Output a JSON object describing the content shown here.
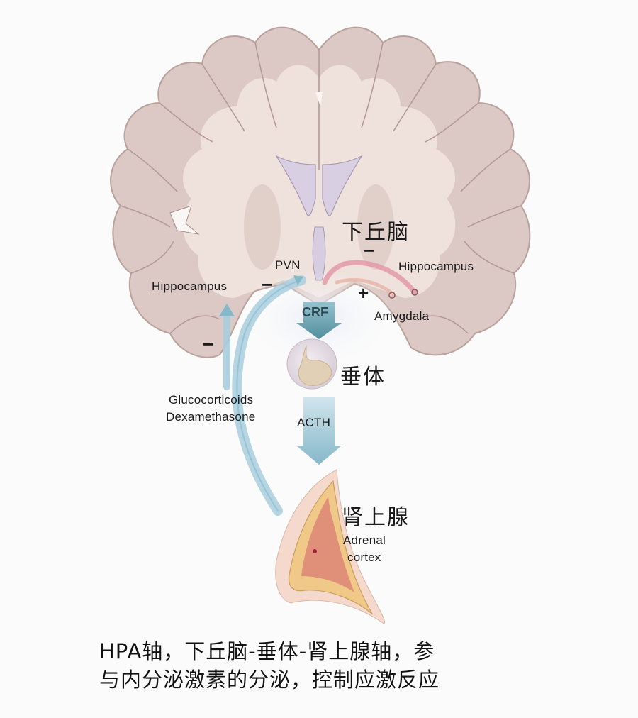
{
  "diagram": {
    "title": "HPA axis diagram",
    "colors": {
      "background": "#fbfbfb",
      "brain_gray_matter": "#dcc8c4",
      "brain_white_matter": "#efe2dc",
      "ventricle": "#d9cfe3",
      "feedback_arrow_blue": "#9cc6d6",
      "crf_arrow_teal": "#4e8f9c",
      "excitatory_pink": "#e29aa8",
      "adrenal_cortex": "#f0c888",
      "adrenal_medulla": "#de8a78"
    },
    "labels": {
      "hypothalamus_cn": "下丘脑",
      "pvn": "PVN",
      "hippocampus_left": "Hippocampus",
      "hippocampus_right": "Hippocampus",
      "amygdala": "Amygdala",
      "crf": "CRF",
      "pituitary_cn": "垂体",
      "acth": "ACTH",
      "glucocorticoids": "Glucocorticoids",
      "dexamethasone": "Dexamethasone",
      "adrenal_cn": "肾上腺",
      "adrenal_en_line1": "Adrenal",
      "adrenal_en_line2": "cortex"
    },
    "signs": {
      "hippocampus_left_inhibit": "−",
      "hippocampus_right_inhibit": "−",
      "amygdala_excite": "+",
      "glucocorticoid_feedback_inhibit": "−"
    },
    "edges": [
      {
        "from": "Hippocampus (right)",
        "to": "PVN",
        "sign": "−"
      },
      {
        "from": "Amygdala",
        "to": "PVN",
        "sign": "+"
      },
      {
        "from": "Hippocampus (left)",
        "to": "PVN",
        "sign": "−"
      },
      {
        "from": "PVN",
        "to": "Pituitary",
        "via": "CRF"
      },
      {
        "from": "Pituitary",
        "to": "Adrenal cortex",
        "via": "ACTH"
      },
      {
        "from": "Adrenal cortex",
        "to": "PVN / Hippocampus",
        "via": "Glucocorticoids / Dexamethasone",
        "sign": "−"
      }
    ]
  },
  "caption": {
    "line1": "HPA轴，下丘脑-垂体-肾上腺轴，参",
    "line2": "与内分泌激素的分泌，控制应激反应"
  }
}
